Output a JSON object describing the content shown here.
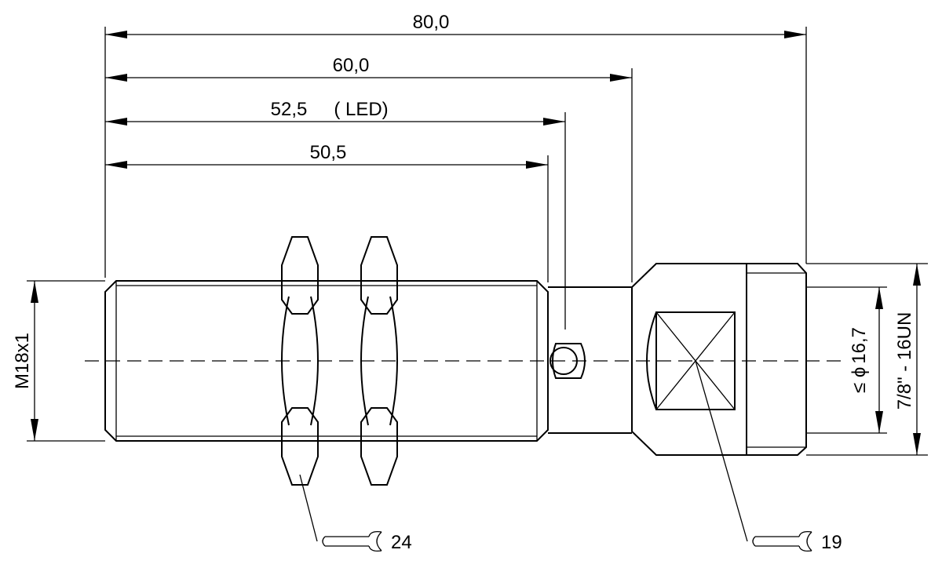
{
  "dimensions": {
    "overall_length": "80,0",
    "length_to_connector": "60,0",
    "led_position": "52,5",
    "led_label": "( LED)",
    "thread_length": "50,5",
    "thread_diameter": "M18x1",
    "connector_max_diameter_prefix": "≤ ϕ",
    "connector_max_diameter": "16,7",
    "connector_thread": "7/8\" - 16UN"
  },
  "wrench_sizes": {
    "nut": "24",
    "connector": "19"
  },
  "icons": [
    "wrench-icon"
  ]
}
